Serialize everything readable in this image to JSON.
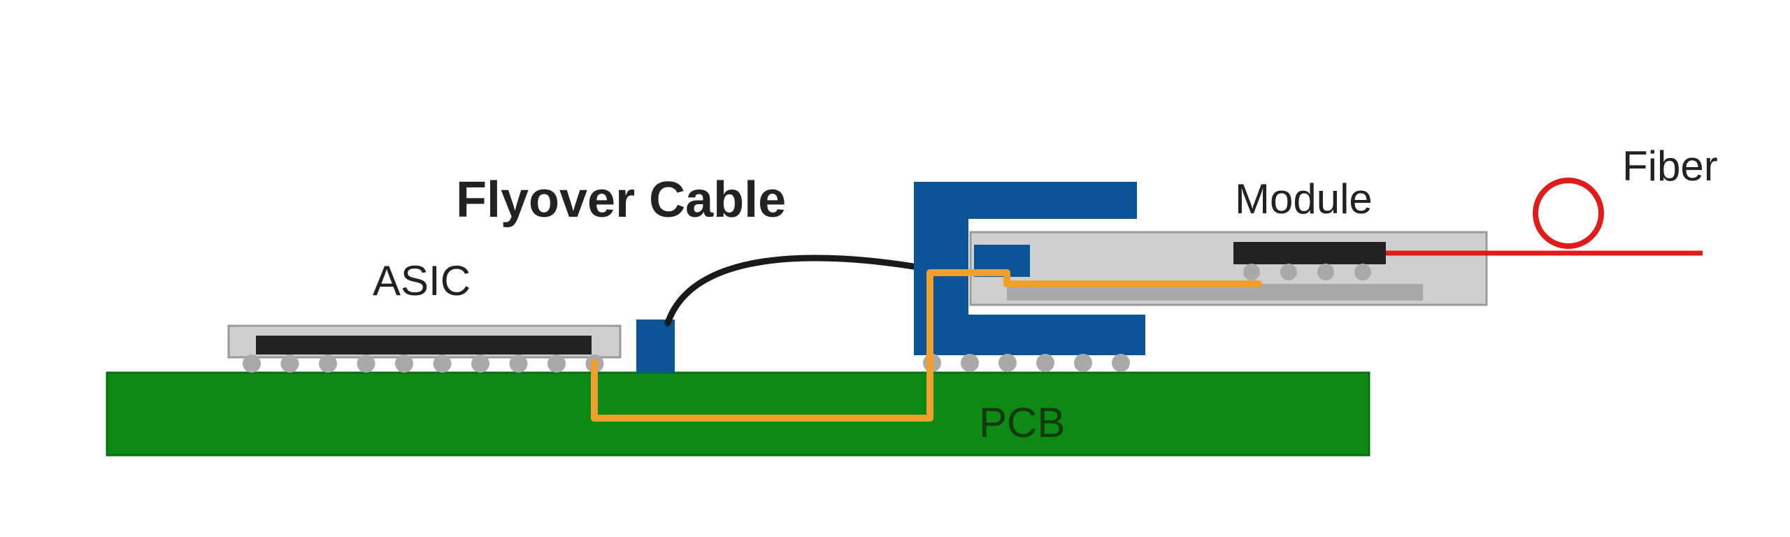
{
  "labels": {
    "flyover": "Flyover Cable",
    "asic": "ASIC",
    "module": "Module",
    "fiber": "Fiber",
    "pcb": "PCB"
  },
  "colors": {
    "pcb": "#0c8a14",
    "pcb_edge": "#0a6f10",
    "package_gray": "#cfcfcf",
    "package_edge": "#9a9a9a",
    "die": "#222222",
    "ball": "#a9a9a9",
    "connector_blue": "#0a5497",
    "trace_orange": "#f0a02a",
    "cable_black": "#1a1a1a",
    "fiber_red": "#e21a1a",
    "module_inner_gray": "#a9a9a9"
  },
  "counts": {
    "asic_balls": 10,
    "connector_balls": 6,
    "module_balls": 4
  }
}
